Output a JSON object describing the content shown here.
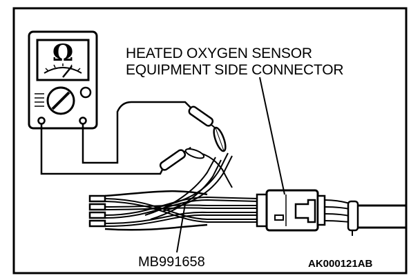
{
  "figure": {
    "callout_line1": "HEATED OXYGEN SENSOR",
    "callout_line2": "EQUIPMENT SIDE CONNECTOR",
    "tool_label": "MB991658",
    "figure_id": "AK000121AB",
    "meter_symbol": "Ω",
    "meter_icon": "ohmmeter-icon"
  }
}
